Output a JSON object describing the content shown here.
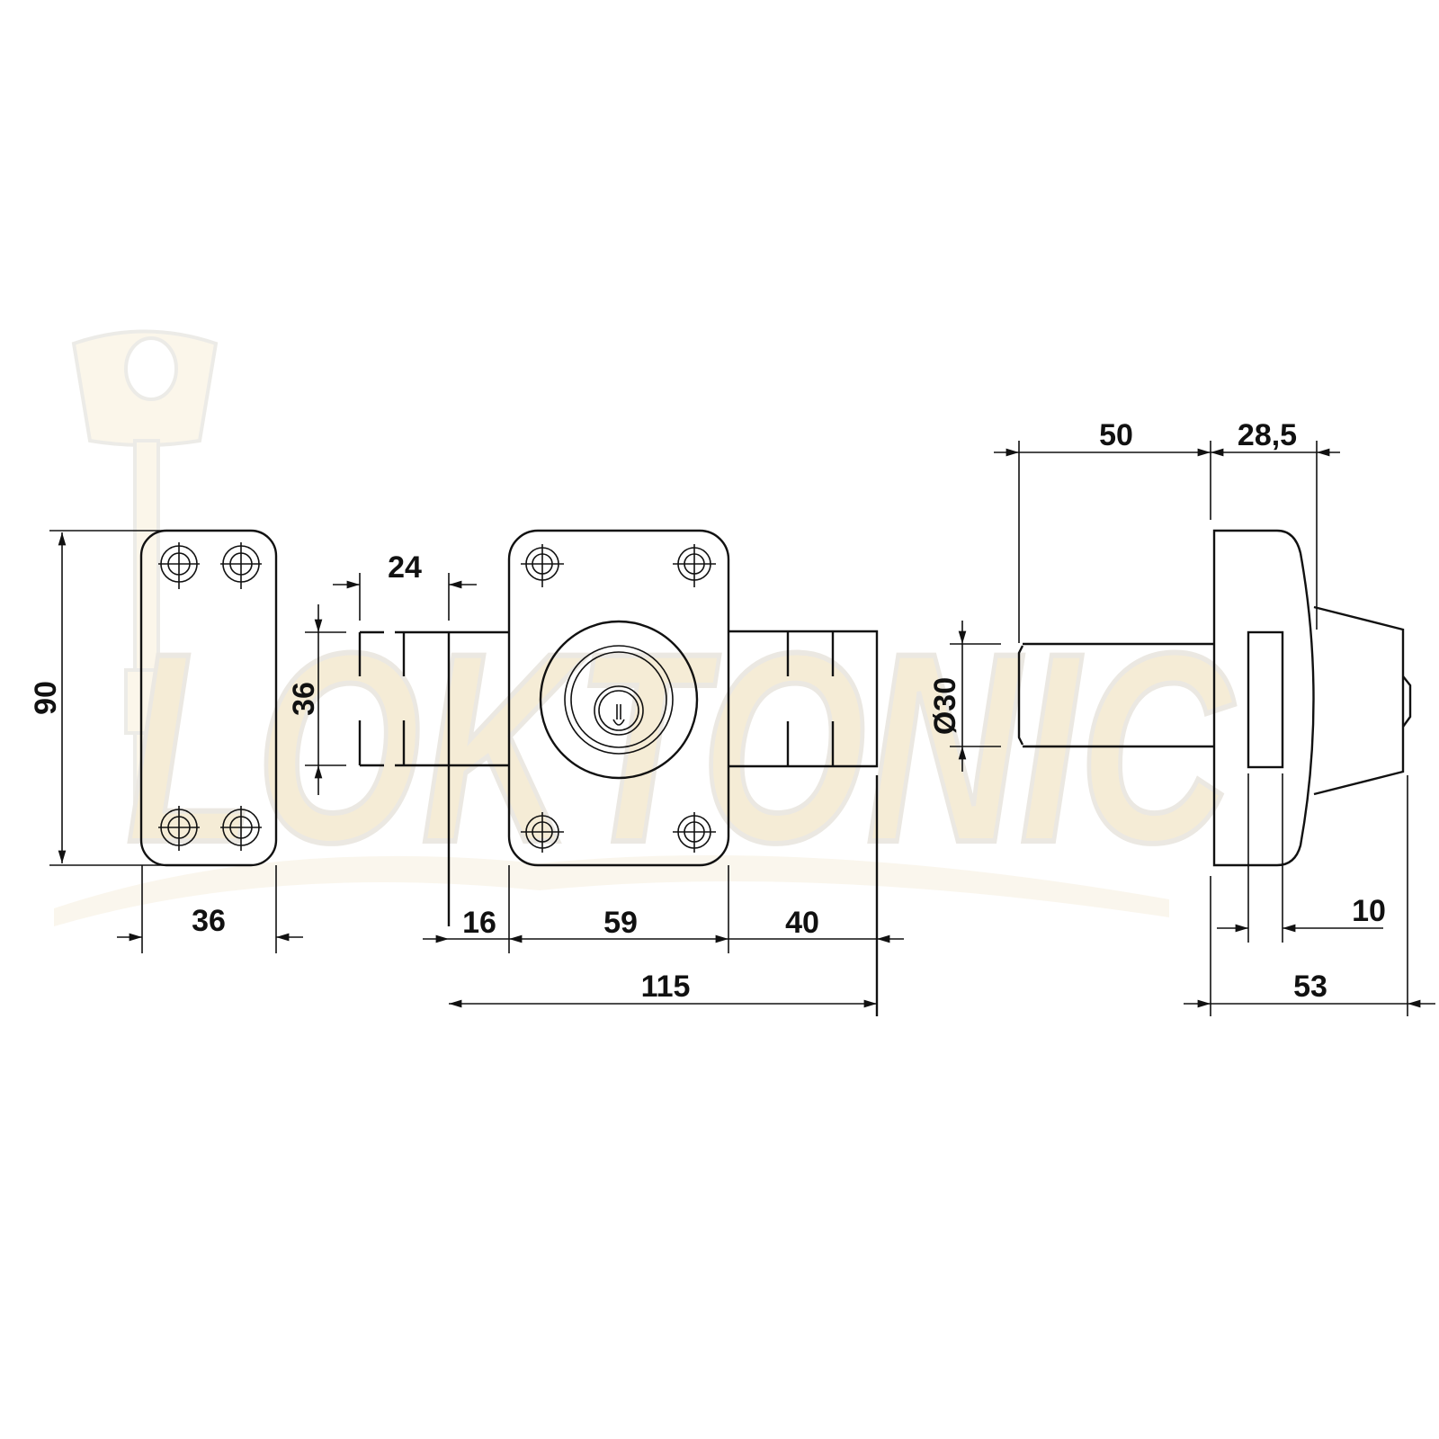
{
  "drawing": {
    "subject": "Rim lock technical dimension drawing",
    "watermark": {
      "text": "LOKTONIC",
      "color": "#f5ecd6",
      "shadow_color": "#e9e6df"
    },
    "colors": {
      "background": "#ffffff",
      "line": "#111111",
      "key_fill": "#fbf6ea"
    }
  },
  "views": {
    "keeper_plate": {
      "label": "Keeper plate (front)",
      "dimensions": {
        "height": "90",
        "width": "36"
      },
      "screw_holes": 4
    },
    "lock_body": {
      "label": "Lock body (front)",
      "dimensions": {
        "bolt_width": "24",
        "bolt_height": "36",
        "left_offset": "16",
        "center_plate": "59",
        "right_extension": "40",
        "overall_length": "115"
      },
      "screw_holes": 4
    },
    "side_view": {
      "label": "Cylinder side view",
      "dimensions": {
        "cylinder_length": "50",
        "body_depth": "28,5",
        "cylinder_diameter": "30",
        "diameter_symbol": "Ø",
        "plate_thickness": "10",
        "overall_depth": "53"
      }
    }
  }
}
